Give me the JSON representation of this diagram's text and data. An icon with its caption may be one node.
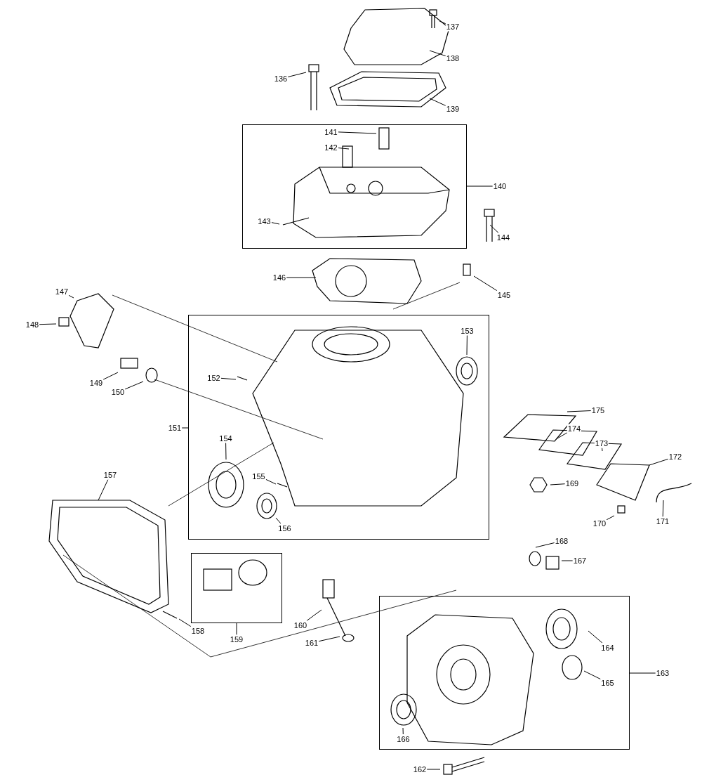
{
  "diagram": {
    "nodes": [
      {
        "text": [
          "137"
        ]
      },
      {
        "text": [
          "138"
        ]
      },
      {
        "text": [
          "136"
        ]
      },
      {
        "text": [
          "139"
        ]
      },
      {
        "text": [],
        "shape": "box"
      },
      {
        "text": [
          "141"
        ],
        "in": 4
      },
      {
        "text": [
          "142"
        ],
        "in": 4
      },
      {
        "text": [
          "140"
        ]
      },
      {
        "text": [
          "143"
        ],
        "in": 4
      },
      {
        "text": [
          "144"
        ]
      },
      {
        "text": [
          "146"
        ]
      },
      {
        "text": [
          "145"
        ]
      },
      {
        "text": [
          "147"
        ]
      },
      {
        "text": [
          "148"
        ]
      },
      {
        "text": [],
        "shape": "box"
      },
      {
        "text": [
          "153"
        ],
        "in": 14
      },
      {
        "text": [
          "149"
        ]
      },
      {
        "text": [
          "150"
        ]
      },
      {
        "text": [
          "152"
        ],
        "in": 14
      },
      {
        "text": [
          "151"
        ]
      },
      {
        "text": [
          "154"
        ],
        "in": 14
      },
      {
        "text": [
          "175"
        ]
      },
      {
        "text": [
          "174"
        ]
      },
      {
        "text": [
          "173"
        ]
      },
      {
        "text": [
          "172"
        ]
      },
      {
        "text": [
          "157"
        ]
      },
      {
        "text": [
          "155"
        ],
        "in": 14
      },
      {
        "text": [
          "169"
        ]
      },
      {
        "text": [
          "156"
        ],
        "in": 14
      },
      {
        "text": [
          "171"
        ]
      },
      {
        "text": [
          "170"
        ]
      },
      {
        "text": [
          "168"
        ]
      },
      {
        "text": [
          "167"
        ]
      },
      {
        "text": [],
        "shape": "box"
      },
      {
        "text": [
          "158"
        ]
      },
      {
        "text": [
          "159"
        ]
      },
      {
        "text": [
          "160"
        ]
      },
      {
        "text": [
          "161"
        ]
      },
      {
        "text": [],
        "shape": "box"
      },
      {
        "text": [
          "164"
        ],
        "in": 38
      },
      {
        "text": [
          "163"
        ]
      },
      {
        "text": [
          "165"
        ],
        "in": 38
      },
      {
        "text": [
          "166"
        ],
        "in": 38
      },
      {
        "text": [
          "162"
        ]
      }
    ],
    "edges": [
      {
        "from": 0,
        "to": null,
        "arrow": "none"
      },
      {
        "from": 1,
        "to": null,
        "arrow": "none"
      },
      {
        "from": 2,
        "to": null,
        "arrow": "none"
      },
      {
        "from": 3,
        "to": null,
        "arrow": "none"
      },
      {
        "from": 5,
        "to": null,
        "arrow": "none"
      },
      {
        "from": 6,
        "to": null,
        "arrow": "none"
      },
      {
        "from": 7,
        "to": 4,
        "arrow": "none"
      },
      {
        "from": 8,
        "to": null,
        "arrow": "none"
      },
      {
        "from": 9,
        "to": null,
        "arrow": "none"
      },
      {
        "from": 10,
        "to": null,
        "arrow": "none"
      },
      {
        "from": 11,
        "to": null,
        "arrow": "none"
      },
      {
        "from": 12,
        "to": null,
        "arrow": "none"
      },
      {
        "from": 13,
        "to": null,
        "arrow": "none"
      },
      {
        "from": 15,
        "to": null,
        "arrow": "none"
      },
      {
        "from": 16,
        "to": null,
        "arrow": "none"
      },
      {
        "from": 17,
        "to": null,
        "arrow": "none"
      },
      {
        "from": 18,
        "to": null,
        "arrow": "none"
      },
      {
        "from": 19,
        "to": 14,
        "arrow": "none"
      },
      {
        "from": 20,
        "to": null,
        "arrow": "none"
      },
      {
        "from": 21,
        "to": null,
        "arrow": "none"
      },
      {
        "from": 22,
        "to": null,
        "arrow": "none"
      },
      {
        "from": 23,
        "to": null,
        "arrow": "none"
      },
      {
        "from": 24,
        "to": null,
        "arrow": "none"
      },
      {
        "from": 25,
        "to": null,
        "arrow": "none"
      },
      {
        "from": 26,
        "to": null,
        "arrow": "none"
      },
      {
        "from": 27,
        "to": null,
        "arrow": "none"
      },
      {
        "from": 28,
        "to": null,
        "arrow": "none"
      },
      {
        "from": 29,
        "to": null,
        "arrow": "none"
      },
      {
        "from": 30,
        "to": null,
        "arrow": "none"
      },
      {
        "from": 31,
        "to": null,
        "arrow": "none"
      },
      {
        "from": 32,
        "to": null,
        "arrow": "none"
      },
      {
        "from": 34,
        "to": null,
        "arrow": "none"
      },
      {
        "from": 35,
        "to": 33,
        "arrow": "none"
      },
      {
        "from": 36,
        "to": null,
        "arrow": "none"
      },
      {
        "from": 37,
        "to": null,
        "arrow": "none"
      },
      {
        "from": 39,
        "to": null,
        "arrow": "none"
      },
      {
        "from": 40,
        "to": 38,
        "arrow": "none"
      },
      {
        "from": 41,
        "to": null,
        "arrow": "none"
      },
      {
        "from": 42,
        "to": null,
        "arrow": "none"
      },
      {
        "from": 43,
        "to": null,
        "arrow": "none"
      }
    ]
  }
}
